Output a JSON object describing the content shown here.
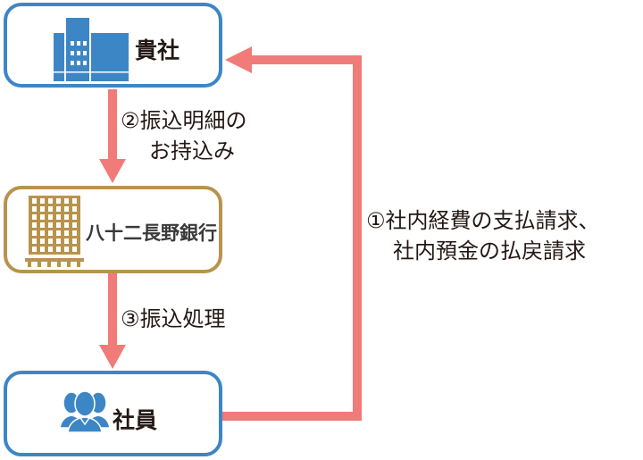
{
  "colors": {
    "company_border": "#3d86c6",
    "bank_border": "#b8934e",
    "arrow": "#f07b78",
    "icon_blue": "#3d86c6",
    "icon_gold": "#b8934e",
    "text": "#231815"
  },
  "nodes": {
    "company": {
      "label": "貴社",
      "icon": "office-building-icon"
    },
    "bank": {
      "label": "八十二長野銀行",
      "icon": "bank-building-icon"
    },
    "employee": {
      "label": "社員",
      "icon": "people-group-icon"
    }
  },
  "steps": {
    "step1": {
      "line1": "①社内経費の支払請求、",
      "line2": "社内預金の払戻請求"
    },
    "step2": {
      "line1": "②振込明細の",
      "line2": "お持込み"
    },
    "step3": {
      "line1": "③振込処理"
    }
  }
}
